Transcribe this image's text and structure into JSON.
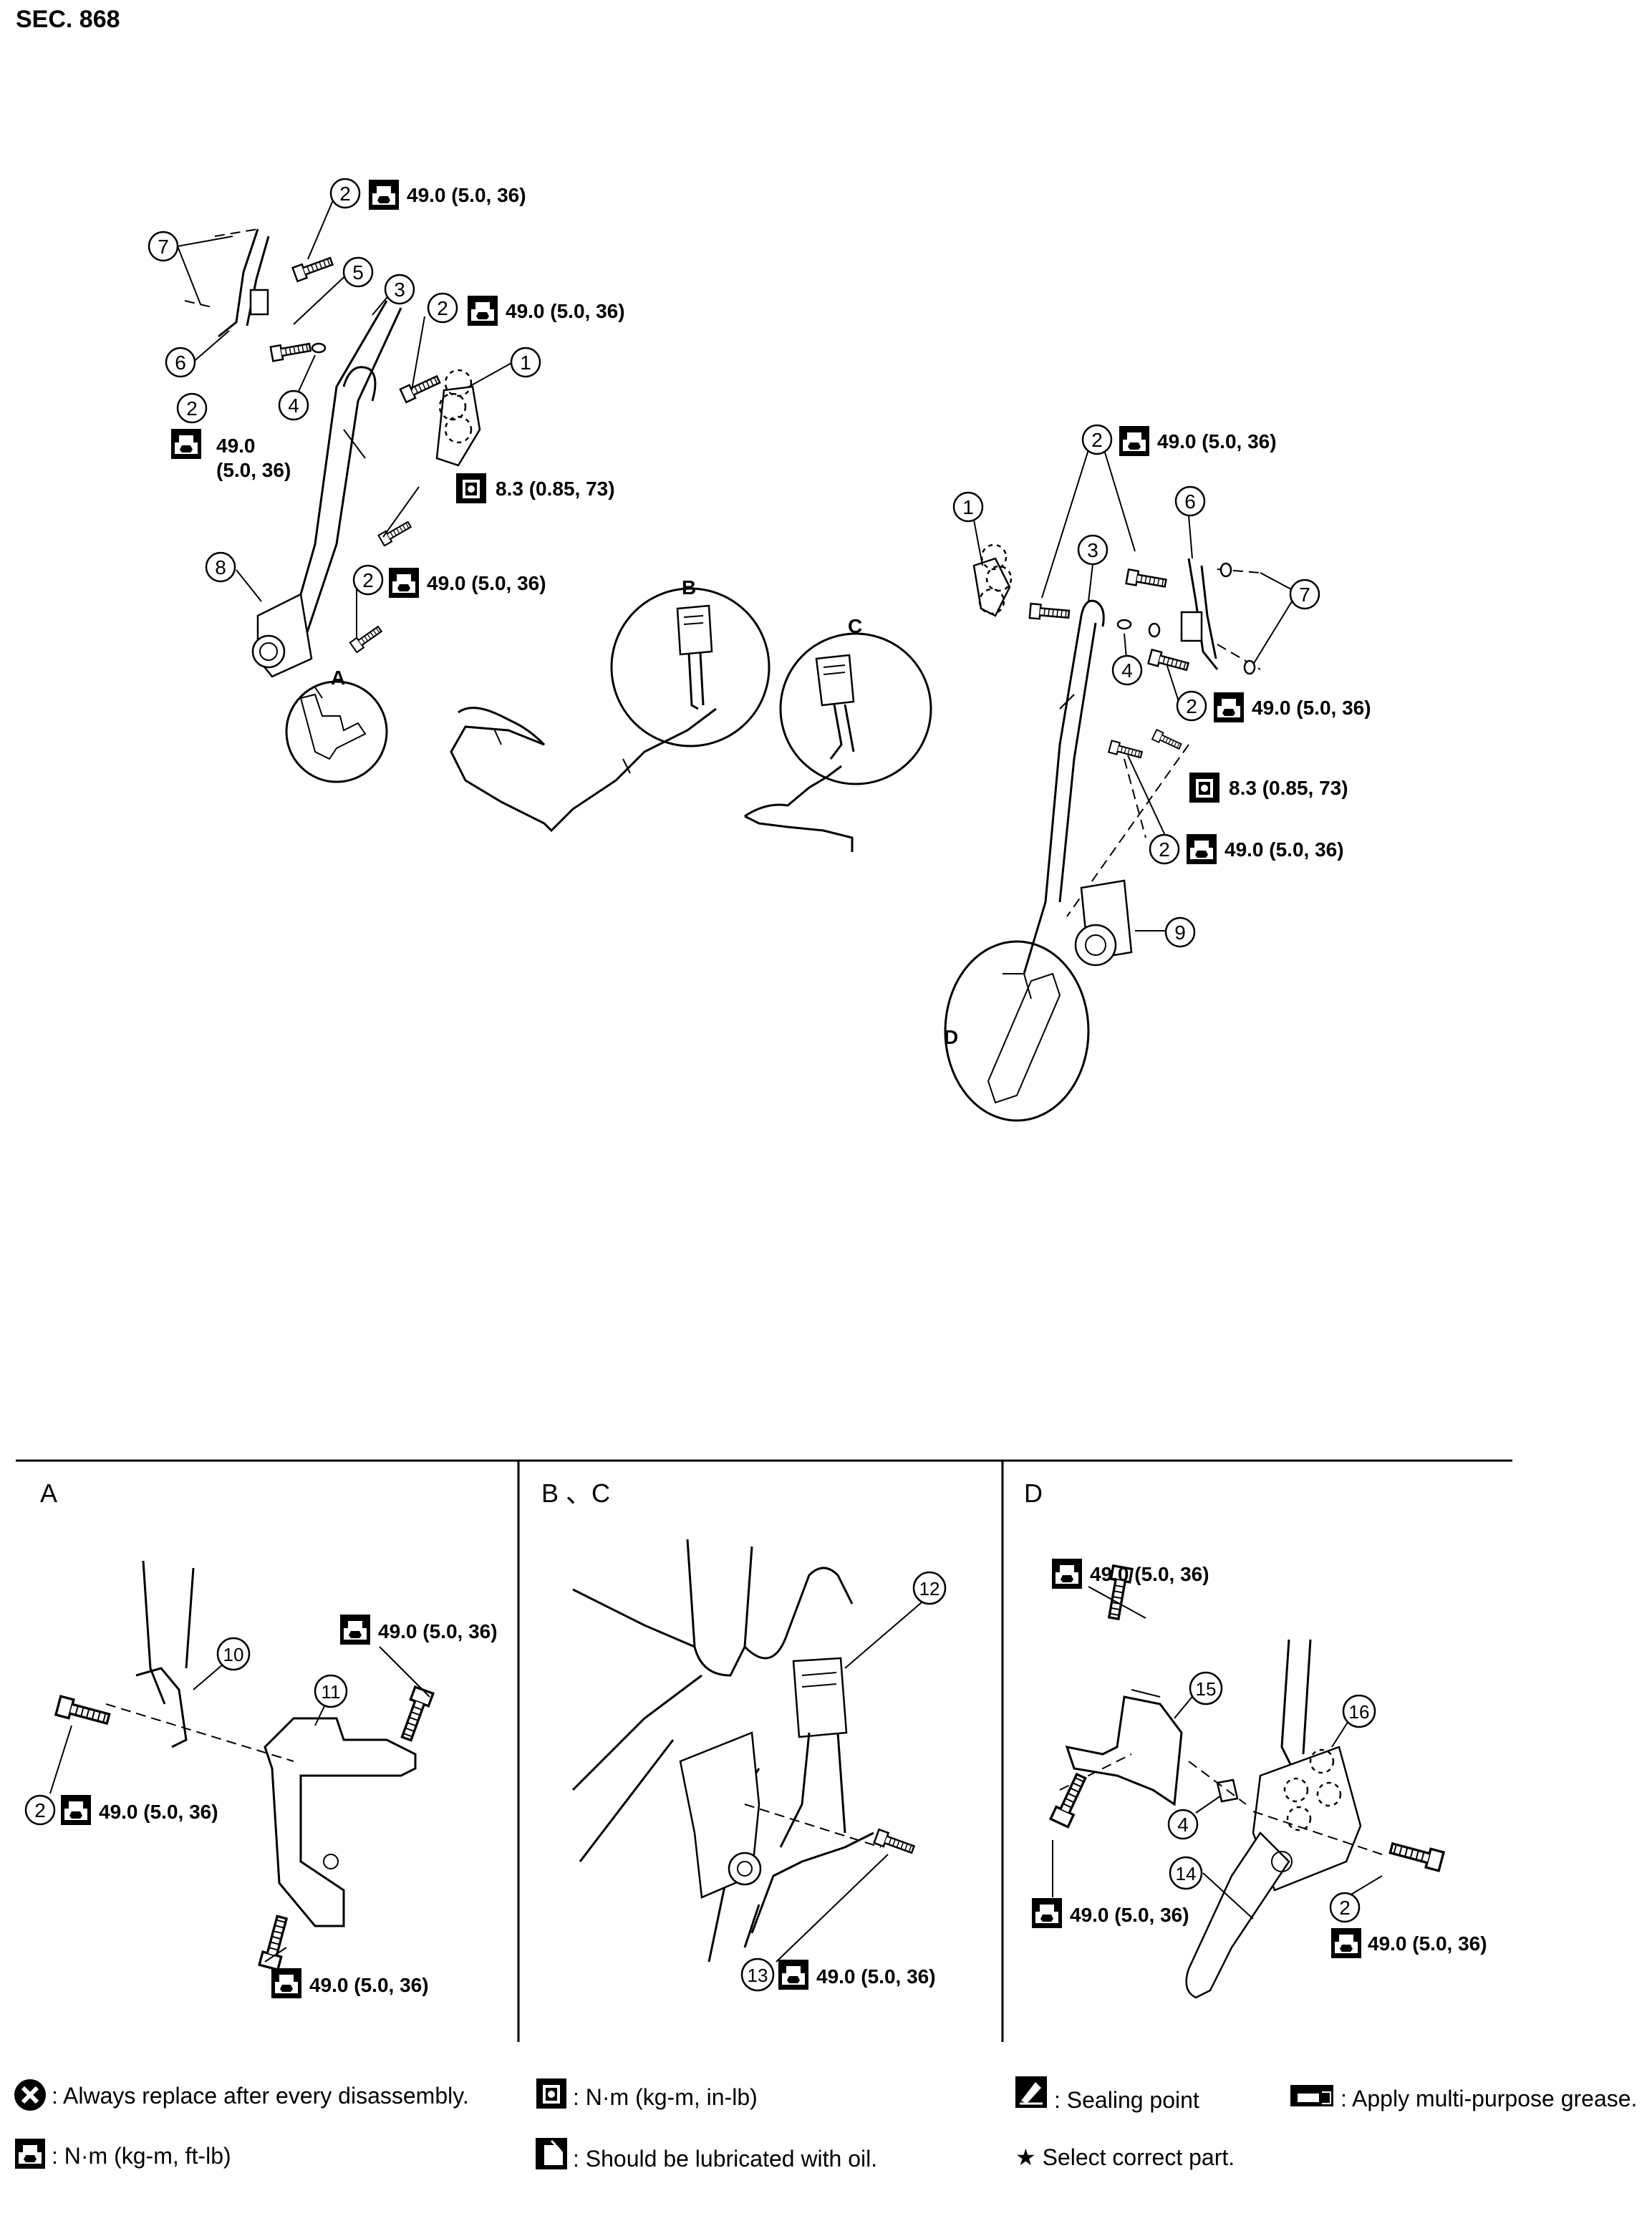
{
  "header": {
    "section": "SEC. 868"
  },
  "torque": {
    "t49": "49.0 (5.0, 36)",
    "t49_value": "49.0",
    "t49_units": "(5.0, 36)",
    "t83": "8.3 (0.85, 73)"
  },
  "callouts": {
    "n1": "1",
    "n2": "2",
    "n3": "3",
    "n4": "4",
    "n5": "5",
    "n6": "6",
    "n7": "7",
    "n8": "8",
    "n9": "9",
    "n10": "10",
    "n11": "11",
    "n12": "12",
    "n13": "13",
    "n14": "14",
    "n15": "15",
    "n16": "16"
  },
  "detail_letters": {
    "a": "A",
    "b": "B",
    "c": "C",
    "d": "D"
  },
  "panels": {
    "a": "A",
    "bc": "B 、C",
    "d": "D"
  },
  "legend": {
    "replace": ": Always replace after every disassembly.",
    "nm_inlb": ": N·m (kg-m, in-lb)",
    "sealing": ": Sealing point",
    "grease": ": Apply multi-purpose grease.",
    "nm_ftlb": ": N·m (kg-m, ft-lb)",
    "oil": ": Should be lubricated with oil.",
    "select": "★ Select correct part."
  },
  "icons": {
    "torque_ftlb": "torque-wrench-ftlb-icon",
    "torque_inlb": "torque-wrench-inlb-icon",
    "replace": "replace-x-icon",
    "sealing": "sealing-point-icon",
    "grease": "grease-icon",
    "oil": "oil-can-icon"
  }
}
